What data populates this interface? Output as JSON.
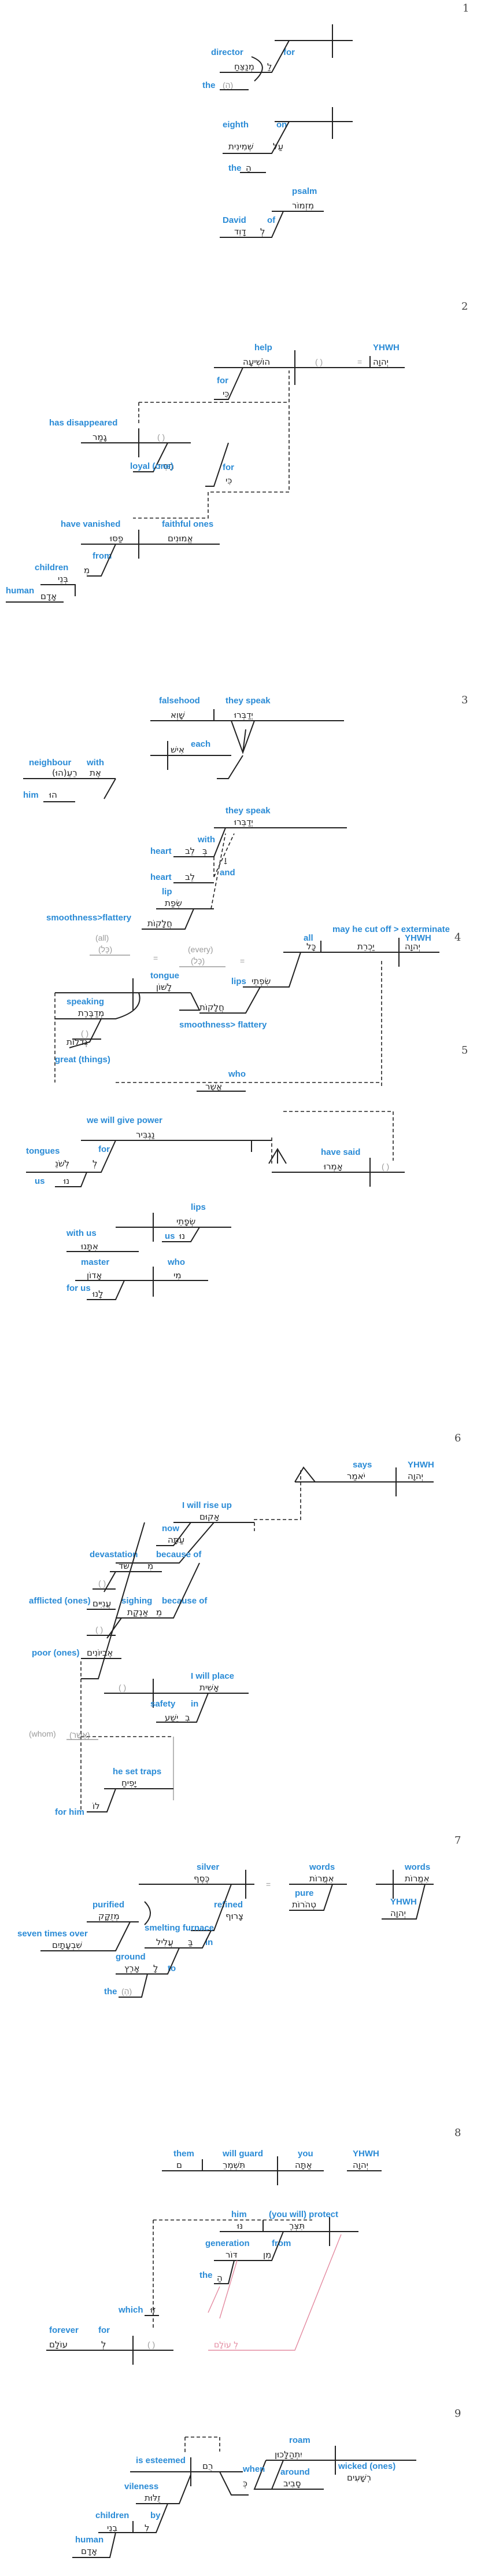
{
  "verses": [
    "1",
    "2",
    "3",
    "4",
    "5",
    "6",
    "7",
    "8",
    "9"
  ],
  "v1": {
    "director_en": "director",
    "director_he": "מְנַצֵּחַ",
    "for_en": "for",
    "for_he": "לַ",
    "the_en": "the",
    "the_he": "(הַ)",
    "eighth_en": "eighth",
    "eighth_he": "שְּׁמִינִית",
    "on_en": "on",
    "on_he": "עַל",
    "the2_en": "the",
    "the2_he": "הַ",
    "psalm_en": "psalm",
    "psalm_he": "מִזְמוֹר",
    "david_en": "David",
    "david_he": "דָוִד",
    "of_en": "of",
    "of_he": "לְ"
  },
  "v2": {
    "help_en": "help",
    "help_he": "הוֹשִׁיעָה",
    "paren": "( )",
    "equals": "=",
    "yhwh_en": "YHWH",
    "yhwh_he": "יְהוָה",
    "for_en": "for",
    "for_he": "כִּי",
    "dis_en": "has disappeared",
    "dis_he": "גָמַר",
    "paren2": "( )",
    "loyal_en": "loyal (one)",
    "loyal_he": "חָסִיד",
    "for2_en": "for",
    "for2_he": "כִּי",
    "van_en": "have vanished",
    "van_he": "פַסּוּ",
    "faith_en": "faithful ones",
    "faith_he": "אֱמוּנִים",
    "from_en": "from",
    "from_he": "מִ",
    "children_en": "children",
    "children_he": "בְּנֵי",
    "human_en": "human",
    "human_he": "אָדָם"
  },
  "v3": {
    "false_en": "falsehood",
    "false_he": "שָׁוְא",
    "speak_en": "they speak",
    "speak_he": "יְדַבְּרוּ",
    "each_en": "each",
    "each_he": "אִישׁ",
    "with_en": "with",
    "with_he": "אֶת",
    "neigh_en": "neighbour",
    "neigh_he": "רֵעֵ(הוּ)",
    "him_en": "him",
    "him_he": "הוּ",
    "speak2_en": "they speak",
    "speak2_he": "יְדַבֵּרוּ",
    "with2_en": "with",
    "with2_he": "בְּ",
    "heart_en": "heart",
    "heart_he": "לֵב",
    "and_en": "and",
    "and_he": "וָ",
    "heart2_en": "heart",
    "heart2_he": "לֵב",
    "lip_en": "lip",
    "lip_he": "שְׂפַת",
    "smooth_en": "smoothness>flattery",
    "smooth_he": "חֲלָקוֹת"
  },
  "v4": {
    "cut_en": "may he cut off > exterminate",
    "cut_he": "יַכְרֵת",
    "yhwh_en": "YHWH",
    "yhwh_he": "יְהוָה",
    "all_en": "all",
    "all_he": "כָּל",
    "all_gr_en": "(all)",
    "all_gr_he": "(כָּל)",
    "every_gr_en": "(every)",
    "every_gr_he": "(כָּל)",
    "eq": "=",
    "lips_en": "lips",
    "lips_he": "שִׂפְתֵי",
    "smooth_en": "smoothness> flattery",
    "smooth_he": "חֲלָקוֹת",
    "tongue_en": "tongue",
    "tongue_he": "לָשׁוֹן",
    "speak_en": "speaking",
    "speak_he": "מְדַבֶּרֶת",
    "great_en": "great (things)",
    "great_he": "גְּדֹלוֹת",
    "paren": "( )",
    "who_en": "who",
    "who_he": "אֲשֶׁר"
  },
  "v5": {
    "power_en": "we will give power",
    "power_he": "נַגְבִּיר",
    "for_en": "for",
    "for_he": "לְ",
    "tongues_en": "tongues",
    "tongues_he": "לְשֹׁנֵ",
    "us_en": "us",
    "us_he": "נוּ",
    "said_en": "have said",
    "said_he": "אָמְרוּ",
    "paren": "( )",
    "lips_en": "lips",
    "lips_he": "שְׂפָתֵי",
    "with_en": "with us",
    "with_he": "אִתָּנוּ",
    "us2_en": "us",
    "us2_he": "נוּ",
    "master_en": "master",
    "master_he": "אָדוֹן",
    "who_en": "who",
    "who_he": "מִי",
    "forus_en": "for us",
    "forus_he": "לָנוּ"
  },
  "v6": {
    "says_en": "says",
    "says_he": "יֹאמַר",
    "yhwh_en": "YHWH",
    "yhwh_he": "יְהוָה",
    "rise_en": "I will rise up",
    "rise_he": "אָקוּם",
    "now_en": "now",
    "now_he": "עַתָּה",
    "dev_en": "devastation",
    "dev_he": "שֹּׁד",
    "because_en": "because of",
    "because_he": "מִ",
    "afflicted_en": "afflicted (ones)",
    "afflicted_he": "עֲנִיִּים",
    "sigh_en": "sighing",
    "sigh_he": "אַנְקַת",
    "because2_en": "because of",
    "because2_he": "מֵ",
    "poor_en": "poor (ones)",
    "poor_he": "אֶבְיוֹנִים",
    "place_en": "I will place",
    "place_he": "אָשִׁית",
    "safety_en": "safety",
    "safety_he": "יֵשַׁע",
    "in_en": "in",
    "in_he": "בְ",
    "whom_en": "(whom)",
    "whom_he": "(אֲשֶׁר)",
    "paren": "( )",
    "traps_en": "he set traps",
    "traps_he": "יָפִיחַ",
    "forhim_en": "for him",
    "forhim_he": "לוֹ"
  },
  "v7": {
    "silver_en": "silver",
    "silver_he": "כֶּסֶף",
    "words_en": "words",
    "words_he": "אִמֲרוֹת",
    "words2_en": "words",
    "words2_he": "אִמֲרוֹת",
    "pure_en": "pure",
    "pure_he": "טְהֹרוֹת",
    "yhwh_en": "YHWH",
    "yhwh_he": "יְהוָה",
    "purified_en": "purified",
    "purified_he": "מְזֻקָּק",
    "refined_en": "refined",
    "refined_he": "צָרוּף",
    "seven_en": "seven times over",
    "seven_he": "שִׁבְעָתָיִם",
    "furnace_en": "smelting furnace",
    "furnace_he": "עֲלִיל",
    "in_en": "in",
    "in_he": "בַּ",
    "ground_en": "ground",
    "ground_he": "אָרֶץ",
    "to_en": "to",
    "to_he": "לָ",
    "the_en": "the",
    "the_he": "(הָ)",
    "eq": "="
  },
  "v8": {
    "them_en": "them",
    "them_he": "ם",
    "guard_en": "will guard",
    "guard_he": "תִּשְׁמְרֵ",
    "you_en": "you",
    "you_he": "אַתָּה",
    "yhwh_en": "YHWH",
    "yhwh_he": "יְהוָה",
    "him_en": "him",
    "him_he": "נּוּ",
    "protect_en": "(you will) protect",
    "protect_he": "תִּצְּרֶ",
    "gen_en": "generation",
    "gen_he": "דּוֹר",
    "from_en": "from",
    "from_he": "מִן",
    "the_en": "the",
    "the_he": "הַ",
    "which_en": "which",
    "which_he": "זוּ",
    "forever_en": "forever",
    "forever_he": "עוֹלָם",
    "for_en": "for",
    "for_he": "לְ",
    "pink_he": "לְ עוֹלָם",
    "paren": "( )"
  },
  "v9": {
    "est_en": "is esteemed",
    "est_he": "רֻם",
    "roam_en": "roam",
    "roam_he": "יִתְהַלָּכוּן",
    "around_en": "around",
    "around_he": "סָבִיב",
    "wicked_en": "wicked (ones)",
    "wicked_he": "רְשָׁעִים",
    "when_en": "when",
    "when_he": "כְּ",
    "vile_en": "vileness",
    "vile_he": "זֻלּוּת",
    "children_en": "children",
    "children_he": "בְנֵי",
    "by_en": "by",
    "by_he": "לִ",
    "human_en": "human",
    "human_he": "אָדָם"
  }
}
